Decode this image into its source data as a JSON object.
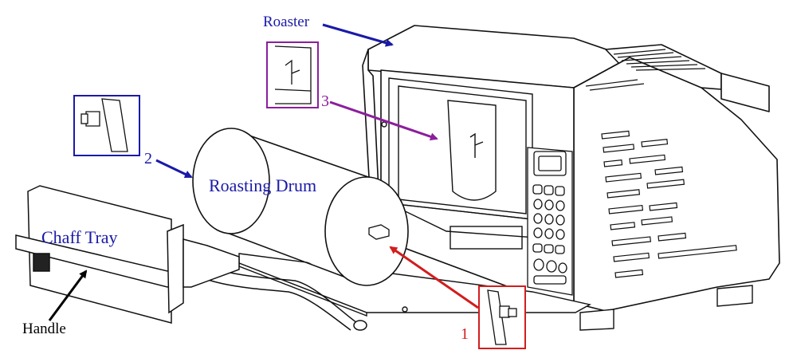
{
  "labels": {
    "roaster": "Roaster",
    "roasting_drum": "Roasting Drum",
    "chaff_tray": "Chaff Tray",
    "handle": "Handle",
    "callout_1": "1",
    "callout_2": "2",
    "callout_3": "3"
  },
  "colors": {
    "blue": "#1a1aa8",
    "purple": "#8b1f9c",
    "red": "#d21d1d",
    "line": "#111111",
    "fill": "#ffffff"
  }
}
